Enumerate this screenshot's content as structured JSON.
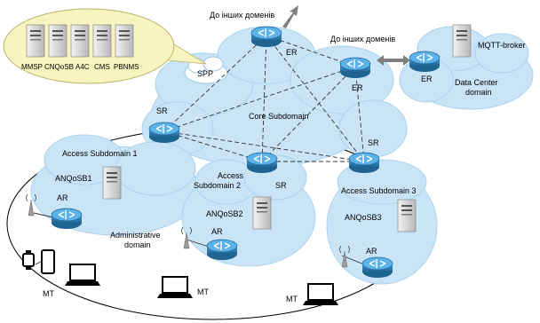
{
  "labels": {
    "to_other_domains_1": "До інших доменів",
    "to_other_domains_2": "До інших доменів",
    "spp": "SPP",
    "core_subdomain": "Core Subdomain",
    "er_top": "ER",
    "er_right": "ER",
    "er_dc": "ER",
    "sr_left": "SR",
    "sr_mid": "SR",
    "sr_right": "SR",
    "access_1": "Access Subdomain 1",
    "access_2_line1": "Access",
    "access_2_line2": "Subdomain 2",
    "access_3": "Access Subdomain 3",
    "anqos_b1": "ANQoSB1",
    "anqos_b2": "ANQoSB2",
    "anqos_b3": "ANQoSB3",
    "ar_1": "AR",
    "ar_2": "AR",
    "ar_3": "AR",
    "admin_line1": "Administrative",
    "admin_line2": "domain",
    "mqtt_broker": "MQTT-broker",
    "dc_line1": "Data Center",
    "dc_line2": "domain",
    "mt_1": "MT",
    "mt_2": "MT",
    "mt_3": "MT"
  },
  "servers": [
    "MMSP",
    "CNQoSB",
    "A4C",
    "CMS",
    "PBNMS"
  ],
  "colors": {
    "cloud": "#c9e4f7",
    "cloud_edge": "#aad2ee",
    "router": "#2e86c1",
    "router_dark": "#1f6391",
    "bubble": "#f8f4c0",
    "server": "#d9d9d9"
  }
}
